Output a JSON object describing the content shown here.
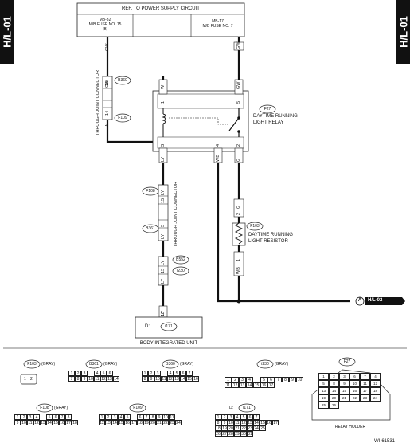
{
  "side_tab": "H/L-01",
  "power": {
    "header": "REF. TO POWER SUPPLY CIRCUIT",
    "left_fuse_line1": "MB-32",
    "left_fuse_line2": "M/B FUSE NO. 15",
    "left_fuse_line3": "(B)",
    "right_fuse_line1": "MB-17",
    "right_fuse_line2": "M/B FUSE NO. 7"
  },
  "wires": {
    "gw_left": "GW",
    "gw_right": "GW",
    "w_left": "W",
    "gw_left2": "GW",
    "gw_relay_pin5": "GW",
    "w_relay_pin1": "W",
    "ly_relay": "LY",
    "wb_relay": "WB",
    "g_relay": "G",
    "ly_f108": "LY",
    "ly_b361": "LY",
    "ly_b552": "LY",
    "ly_i230": "LY",
    "ly_bottom": "LY",
    "g_resistor_top": "G",
    "wb_resistor_bot": "WB"
  },
  "pins": {
    "b360_18": "18",
    "f109_14": "14",
    "relay_1": "1",
    "relay_5": "5",
    "relay_3": "3",
    "relay_4": "4",
    "relay_2": "2",
    "f108_15": "15",
    "b361_5": "5",
    "b552_13": "13",
    "f103_2": "2",
    "f103_1": "1",
    "d_16": "16"
  },
  "connectors": {
    "b360": "B360",
    "f109": "F109",
    "f27": "F27",
    "f108": "F108",
    "b361": "B361",
    "b552": "B552",
    "i230": "i230",
    "f103": "F103",
    "i171": "i171"
  },
  "labels": {
    "through_joint_left": "THROUGH JOINT CONNECTOR",
    "through_joint_mid": "THROUGH JOINT CONNECTOR",
    "relay_line1": "DAYTIME RUNNING",
    "relay_line2": "LIGHT RELAY",
    "resistor_line1": "DAYTIME RUNNING",
    "resistor_line2": "LIGHT RESISTOR",
    "ref_letter": "A",
    "ref_target": "H/L-02",
    "unit_prefix": "D:",
    "unit_name": "BODY INTEGRATED UNIT"
  },
  "legend": {
    "f103_title": "F103",
    "f103_color": "(GRAY)",
    "f103_pins": [
      "1",
      "2"
    ],
    "b361_title": "B361",
    "b361_color": "(GRAY)",
    "b361_row1": [
      "1",
      "2",
      "3",
      "",
      "4",
      "5",
      "6"
    ],
    "b361_row2": [
      "7",
      "8",
      "9",
      "10",
      "11",
      "12",
      "13",
      "14"
    ],
    "b360_title": "B360",
    "b360_color": "(GRAY)",
    "b360_row1": [
      "1",
      "2",
      "3",
      "",
      "4",
      "5",
      "6",
      "7"
    ],
    "b360_row2": [
      "8",
      "9",
      "10",
      "11",
      "12",
      "13",
      "14",
      "15",
      "16"
    ],
    "i230_title": "i230",
    "i230_color": "(GRAY)",
    "i230_row1": [
      "1",
      "2",
      "3",
      "4",
      "",
      "5",
      "6",
      "7",
      "8",
      "9",
      "10"
    ],
    "i230_row2": [
      "11",
      "12",
      "13",
      "14",
      "15",
      "16",
      "17"
    ],
    "f27_title": "F27",
    "f27_cells": [
      "1",
      "2",
      "3",
      "6",
      "7",
      "4",
      "5",
      "8",
      "9",
      "10",
      "11",
      "12",
      "13",
      "14",
      "15",
      "16",
      "17",
      "18",
      "19",
      "20",
      "21",
      "22",
      "23",
      "24",
      "25",
      "26"
    ],
    "relay_holder": "RELAY HOLDER",
    "f108_title": "F108",
    "f108_color": "(GRAY)",
    "f108_row1": [
      "1",
      "2",
      "3",
      "4",
      "",
      "5",
      "6",
      "7",
      "8"
    ],
    "f108_row2": [
      "9",
      "10",
      "11",
      "12",
      "13",
      "14",
      "15",
      "16",
      "17",
      "18"
    ],
    "f109_title": "F109",
    "f109_row1": [
      "1",
      "2",
      "3",
      "4",
      "5",
      "",
      "6",
      "7",
      "8",
      "9",
      "10",
      "11"
    ],
    "f109_row2": [
      "12",
      "13",
      "14",
      "15",
      "16",
      "17",
      "18",
      "19",
      "20",
      "21",
      "22",
      "23",
      "24"
    ],
    "i171_prefix": "D:",
    "i171_title": "i171",
    "i171_row1": [
      "1",
      "2",
      "3",
      "4",
      "5",
      "6",
      "7"
    ],
    "i171_row2": [
      "8",
      "9",
      "10",
      "11",
      "12",
      "13",
      "14",
      "15",
      "16",
      "17"
    ],
    "i171_row3": [
      "18",
      "19",
      "20",
      "21",
      "22",
      "23",
      "24",
      "25"
    ],
    "i171_row4": [
      "26",
      "27",
      "28",
      "29",
      "30",
      "31"
    ]
  },
  "figure_id": "WI-61531"
}
